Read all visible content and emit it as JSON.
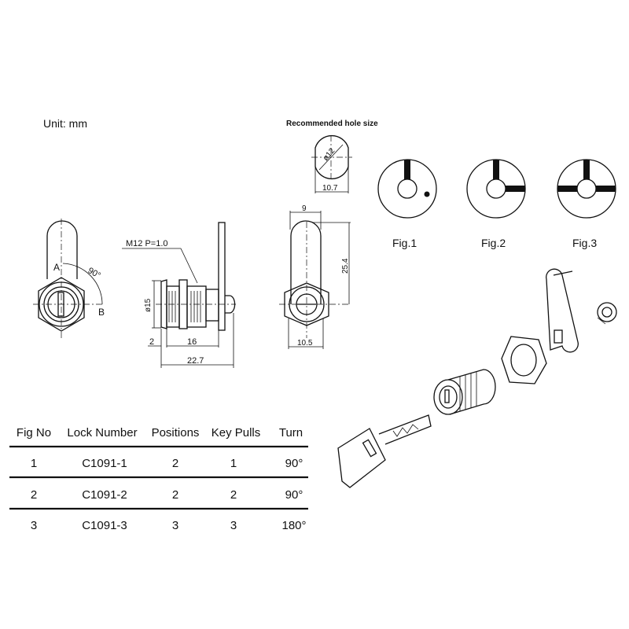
{
  "unit_label": "Unit:  mm",
  "hole": {
    "title": "Recommended hole size",
    "diameter": "ø12",
    "width": "10.7"
  },
  "figures": [
    {
      "label": "Fig.1"
    },
    {
      "label": "Fig.2"
    },
    {
      "label": "Fig.3"
    }
  ],
  "front_view": {
    "a": "A",
    "b": "B",
    "angle": "90°"
  },
  "side_view": {
    "thread": "M12  P=1.0",
    "diameter": "ø15",
    "flange": "2",
    "body_length": "16",
    "overall_length": "22.7"
  },
  "right_view": {
    "cam_width": "9",
    "cam_height": "25.4",
    "hex_width": "10.5"
  },
  "table": {
    "headers": [
      "Fig No",
      "Lock Number",
      "Positions",
      "Key Pulls",
      "Turn"
    ],
    "rows": [
      [
        "1",
        "C1091-1",
        "2",
        "1",
        "90°"
      ],
      [
        "2",
        "C1091-2",
        "2",
        "2",
        "90°"
      ],
      [
        "3",
        "C1091-3",
        "3",
        "3",
        "180°"
      ]
    ]
  }
}
